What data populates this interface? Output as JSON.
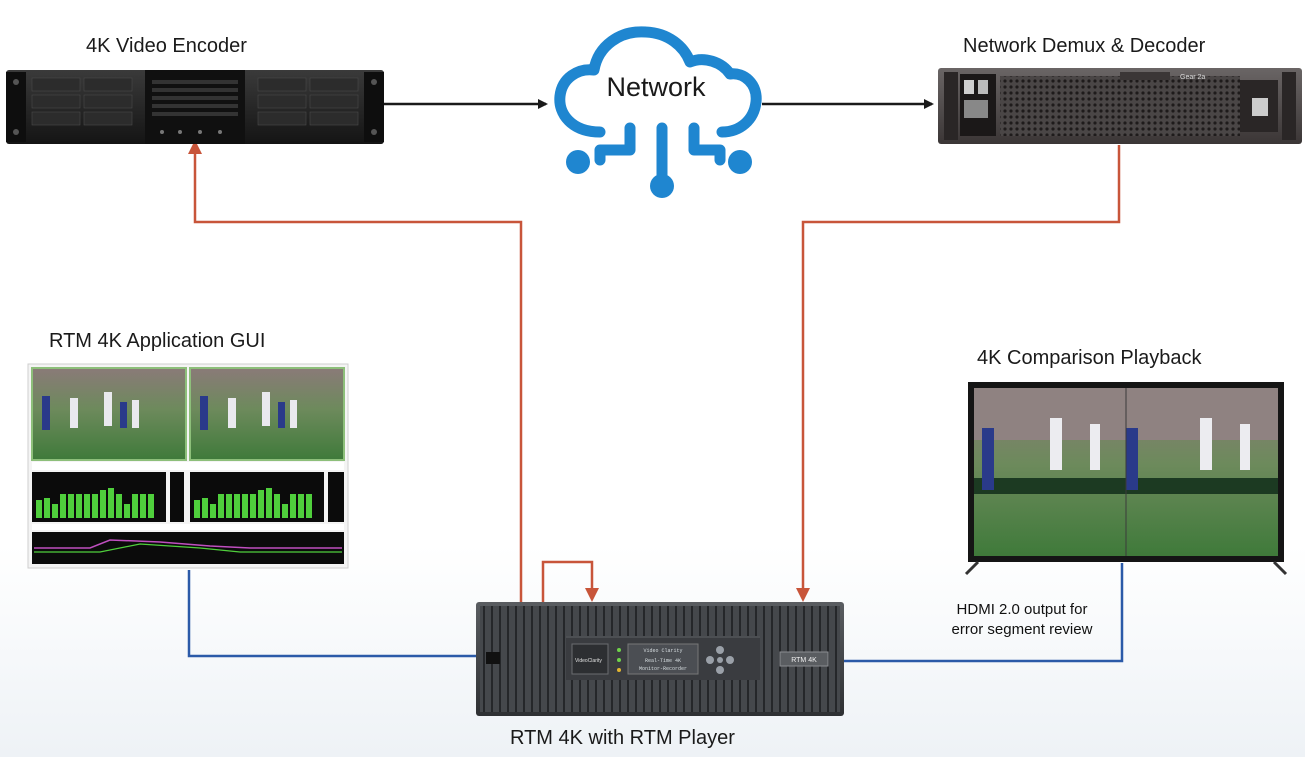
{
  "labels": {
    "encoder": "4K Video Encoder",
    "network": "Network",
    "decoder": "Network Demux & Decoder",
    "gui": "RTM 4K Application GUI",
    "playback": "4K Comparison Playback",
    "rtm": "RTM 4K with RTM Player",
    "hdmi_line1": "HDMI 2.0 output for",
    "hdmi_line2": "error segment review"
  },
  "device_text": {
    "decoder_brand": "Gear 2a",
    "rtm_badge": "RTM 4K",
    "rtm_brand": "VideoClarity",
    "rtm_display_line1": "Video Clarity",
    "rtm_display_line2": "Real-Time 4K",
    "rtm_display_line3": "Monitor-Recorder"
  },
  "colors": {
    "orange_link": "#c8553a",
    "blue_link": "#2b5aa8",
    "cloud_blue": "#1f86d0",
    "black_link": "#1a1a1a"
  }
}
